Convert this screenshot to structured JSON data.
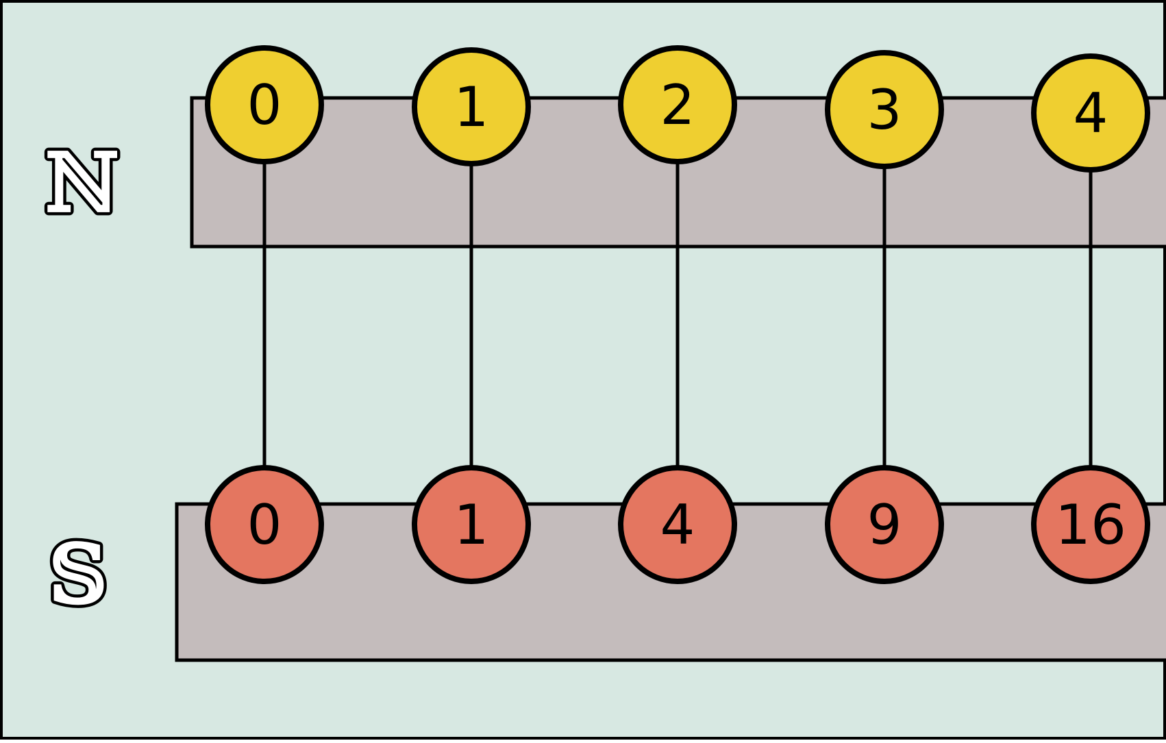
{
  "diagram": {
    "domain_set": {
      "label": "ℕ",
      "values": [
        "0",
        "1",
        "2",
        "3",
        "4"
      ]
    },
    "codomain_set": {
      "label": "𝕊",
      "values": [
        "0",
        "1",
        "4",
        "9",
        "16"
      ]
    },
    "mapping": [
      {
        "from": "0",
        "to": "0"
      },
      {
        "from": "1",
        "to": "1"
      },
      {
        "from": "2",
        "to": "4"
      },
      {
        "from": "3",
        "to": "9"
      },
      {
        "from": "4",
        "to": "16"
      }
    ],
    "colors": {
      "background": "#d7e8e2",
      "set_band": "#c4bcbc",
      "domain_node": "#efcf30",
      "codomain_node": "#e47660",
      "stroke": "#000000"
    }
  }
}
